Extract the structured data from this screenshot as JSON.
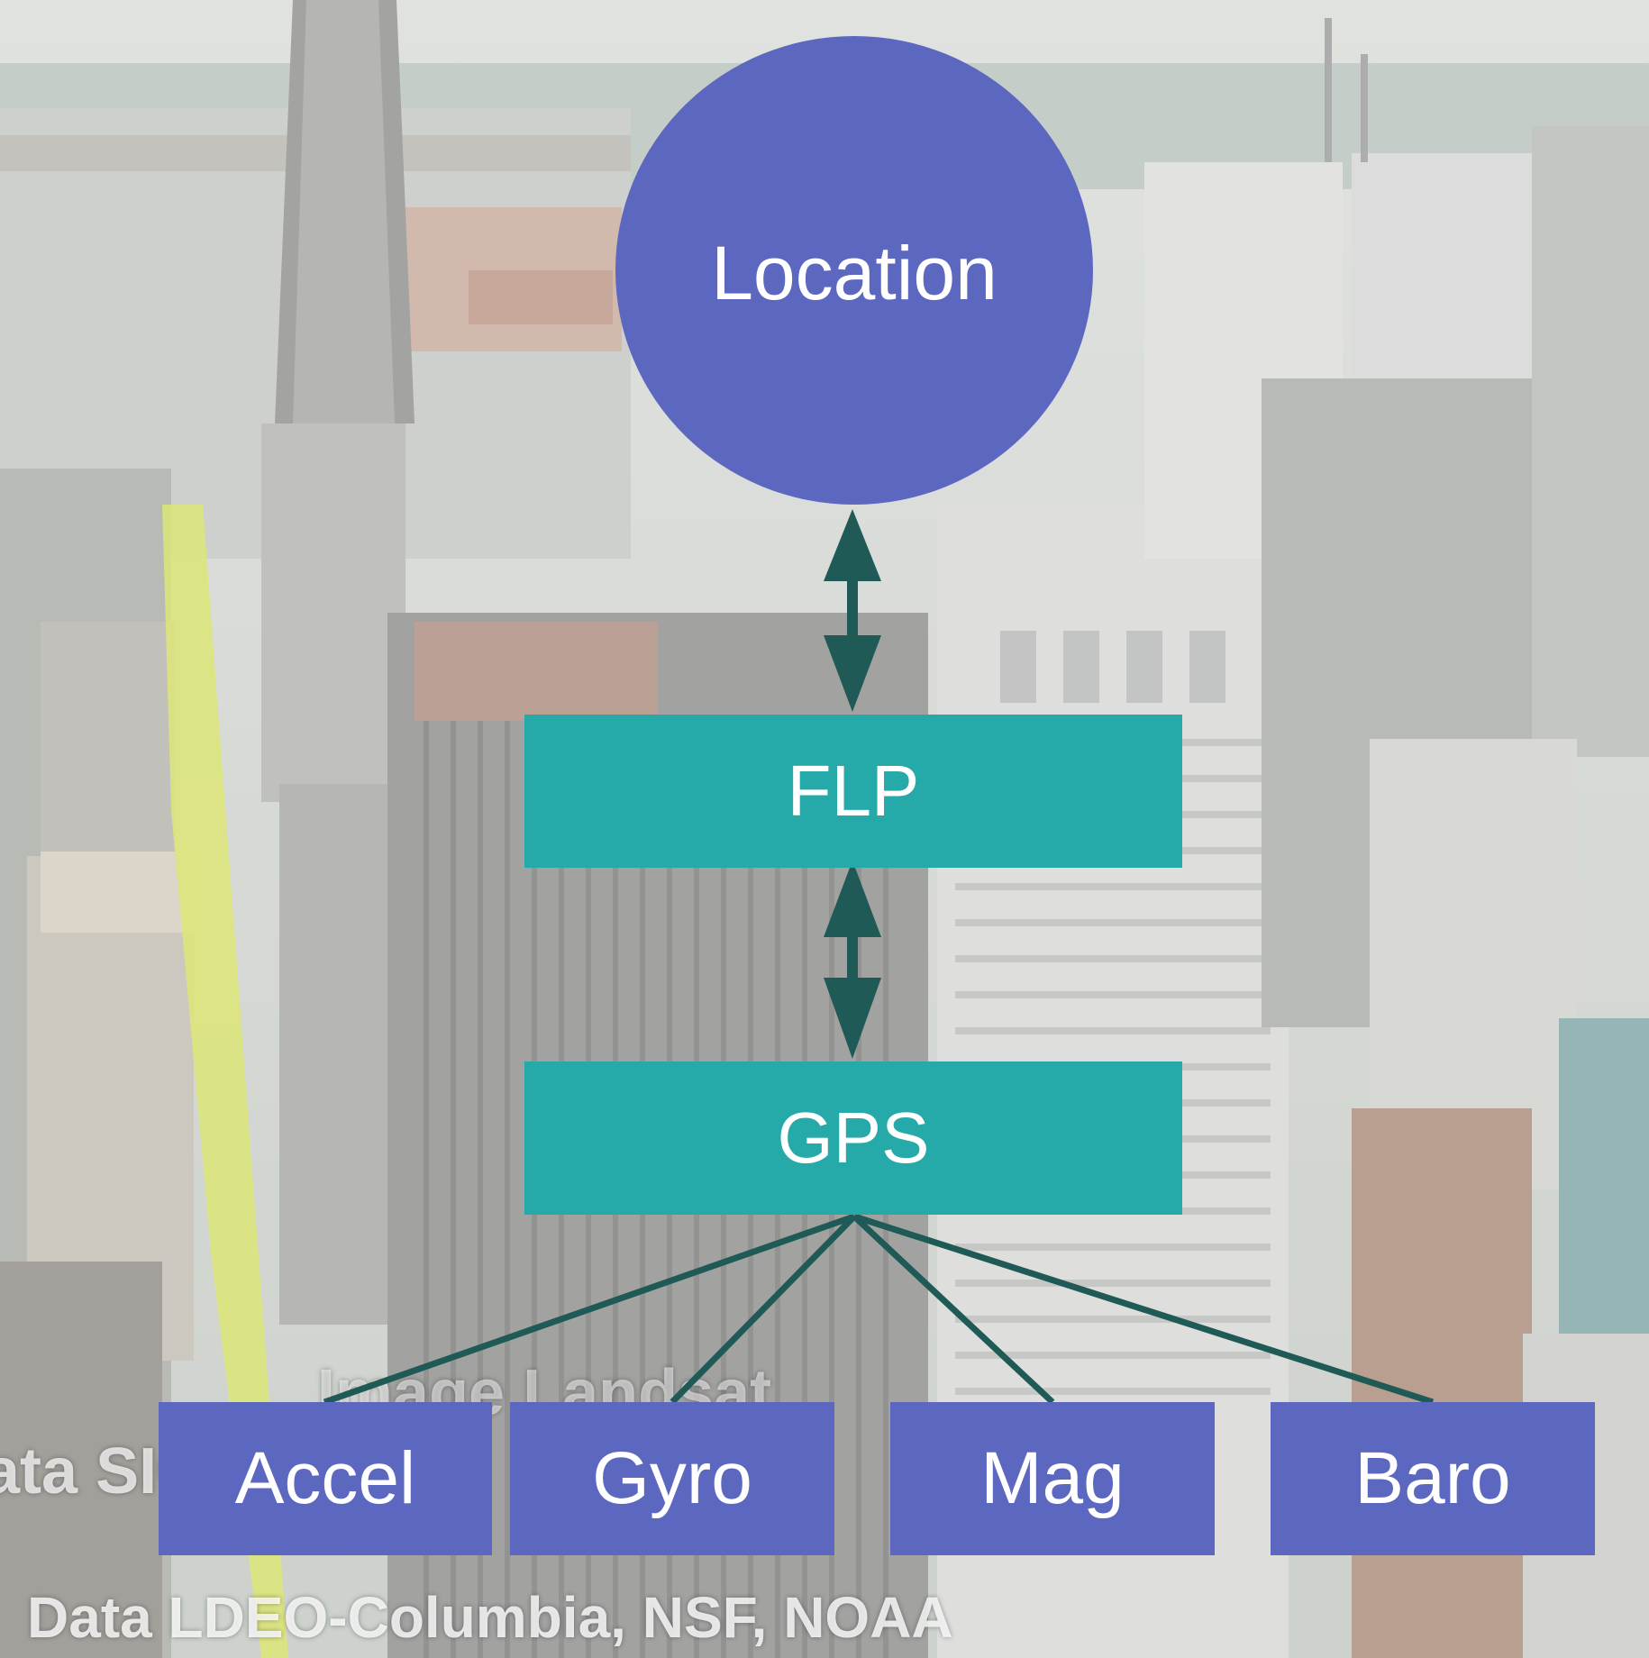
{
  "diagram": {
    "location_label": "Location",
    "flp_label": "FLP",
    "gps_label": "GPS",
    "sensors": {
      "accel": "Accel",
      "gyro": "Gyro",
      "mag": "Mag",
      "baro": "Baro"
    }
  },
  "attribution": {
    "image_credit_partial": "Image Landsat",
    "data_sio_partial": "ata SIO",
    "data_sources": "Data LDEO-Columbia, NSF, NOAA"
  },
  "colors": {
    "circle_fill": "#5c67c0",
    "flp_gps_fill": "#26a9a9",
    "sensor_fill": "#5c67c0",
    "connector": "#1f5a57",
    "highlight_street": "#d6e25a"
  }
}
